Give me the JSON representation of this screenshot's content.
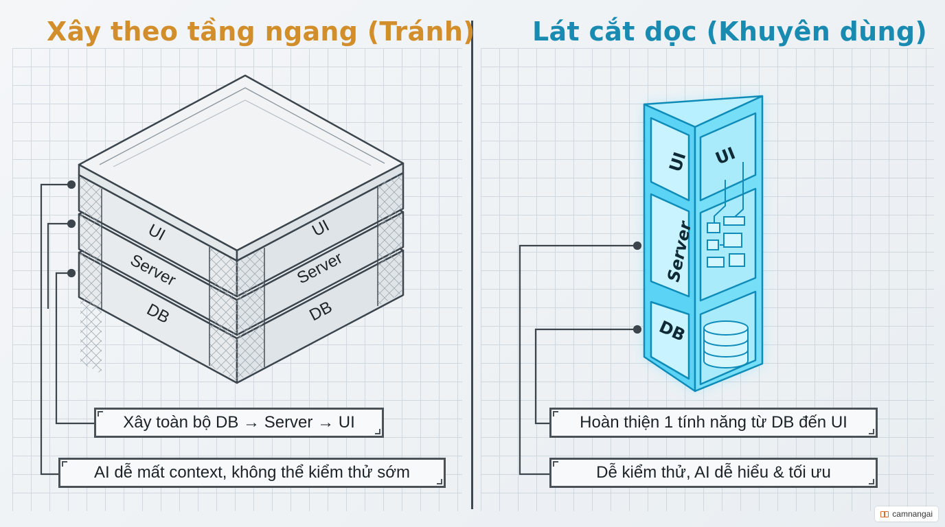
{
  "left": {
    "title": "Xây theo tầng ngang (Tránh)",
    "layers": {
      "ui": "UI",
      "server": "Server",
      "db": "DB"
    },
    "callout_1": "Xây toàn bộ DB → Server → UI",
    "callout_2": "AI dễ mất context, không thể kiểm thử sớm"
  },
  "right": {
    "title": "Lát cắt dọc (Khuyên dùng)",
    "layers": {
      "ui": "UI",
      "server": "Server",
      "db": "DB"
    },
    "callout_1": "Hoàn thiện 1 tính năng từ DB đến UI",
    "callout_2": "Dễ kiểm thử, AI dễ hiểu & tối ưu"
  },
  "brand": {
    "name": "camnangai",
    "icon": "book-icon"
  },
  "colors": {
    "left_title": "#d18e2a",
    "right_title": "#1a8bb0",
    "glow": "#3fd3ff"
  }
}
